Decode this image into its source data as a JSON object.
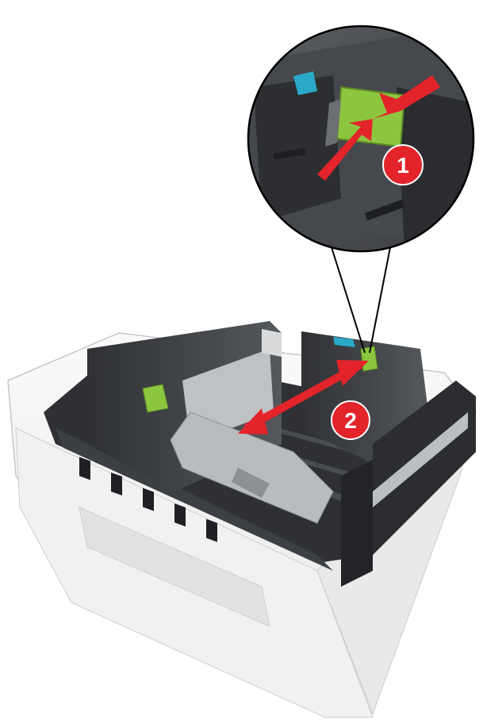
{
  "steps": [
    {
      "number": "1",
      "color": "#e3242b"
    },
    {
      "number": "2",
      "color": "#e3242b"
    }
  ],
  "colors": {
    "guide_green": "#8cc63f",
    "arrow_red": "#e3242b",
    "tray_plastic": "#3f4145",
    "tray_body": "#f3f3f3",
    "metal_plate": "#b9bcbf",
    "accent_cyan": "#2aa9c9"
  },
  "icons": [
    "magnifier-callout",
    "double-arrow",
    "squeeze-arrow"
  ]
}
